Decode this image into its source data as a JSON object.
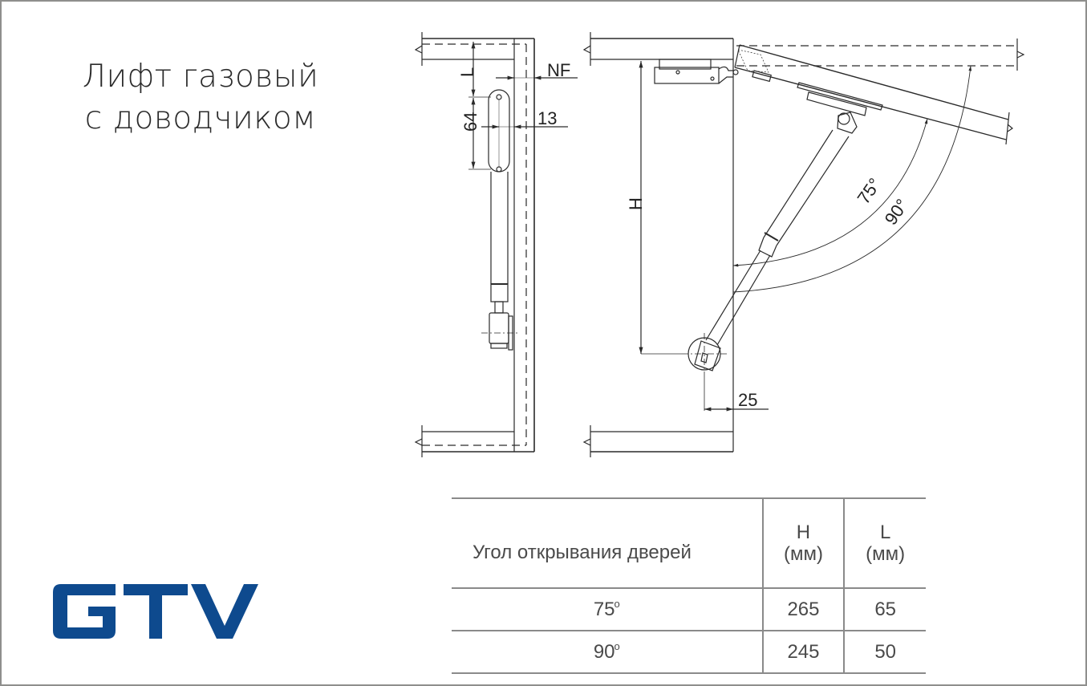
{
  "title": {
    "line1": "Лифт газовый",
    "line2": "с доводчиком"
  },
  "logo": {
    "text": "GTV",
    "color": "#0e4a8e"
  },
  "drawing": {
    "left_view": {
      "dimensions": {
        "L": "L",
        "NF": "NF",
        "d13": "13",
        "d64": "64"
      }
    },
    "right_view": {
      "dimensions": {
        "H": "H",
        "d25": "25",
        "angle75": "75°",
        "angle90": "90°"
      }
    },
    "line_color": "#2a2a2a"
  },
  "table": {
    "headers": {
      "angle": "Угол  открывания дверей",
      "H_name": "H",
      "H_unit": "(мм)",
      "L_name": "L",
      "L_unit": "(мм)"
    },
    "rows": [
      {
        "angle": "75",
        "degree": "o",
        "H": "265",
        "L": "65"
      },
      {
        "angle": "90",
        "degree": "o",
        "H": "245",
        "L": "50"
      }
    ],
    "border_color": "#8a8a8a",
    "text_color": "#4a4a4a"
  },
  "frame": {
    "border_color": "#8f8f8d"
  }
}
